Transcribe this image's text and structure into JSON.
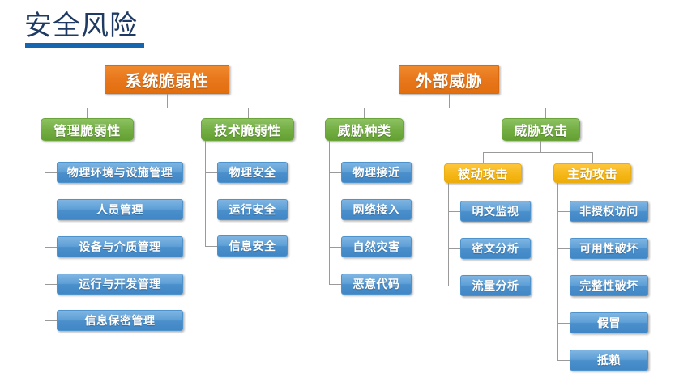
{
  "slide": {
    "title": "安全风险",
    "accent_dark": "#1F3B63",
    "accent_bar": "#1565AF",
    "accent_rule": "#6FA8D6",
    "background": "#ffffff"
  },
  "palette": {
    "orange": "#E8761B",
    "green": "#74AF44",
    "amber": "#F6B81A",
    "blue": "#5D9FD6",
    "connector": "#9A9A9A"
  },
  "chart_data": {
    "type": "diagram",
    "title": "安全风险",
    "layout": "org-chart",
    "roots": [
      {
        "label": "系统脆弱性",
        "color": "orange",
        "children": [
          {
            "label": "管理脆弱性",
            "color": "green",
            "children": [
              {
                "label": "物理环境与设施管理",
                "color": "blue"
              },
              {
                "label": "人员管理",
                "color": "blue"
              },
              {
                "label": "设备与介质管理",
                "color": "blue"
              },
              {
                "label": "运行与开发管理",
                "color": "blue"
              },
              {
                "label": "信息保密管理",
                "color": "blue"
              }
            ]
          },
          {
            "label": "技术脆弱性",
            "color": "green",
            "children": [
              {
                "label": "物理安全",
                "color": "blue"
              },
              {
                "label": "运行安全",
                "color": "blue"
              },
              {
                "label": "信息安全",
                "color": "blue"
              }
            ]
          }
        ]
      },
      {
        "label": "外部威胁",
        "color": "orange",
        "children": [
          {
            "label": "威胁种类",
            "color": "green",
            "children": [
              {
                "label": "物理接近",
                "color": "blue"
              },
              {
                "label": "网络接入",
                "color": "blue"
              },
              {
                "label": "自然灾害",
                "color": "blue"
              },
              {
                "label": "恶意代码",
                "color": "blue"
              }
            ]
          },
          {
            "label": "威胁攻击",
            "color": "green",
            "children": [
              {
                "label": "被动攻击",
                "color": "amber",
                "children": [
                  {
                    "label": "明文监视",
                    "color": "blue"
                  },
                  {
                    "label": "密文分析",
                    "color": "blue"
                  },
                  {
                    "label": "流量分析",
                    "color": "blue"
                  }
                ]
              },
              {
                "label": "主动攻击",
                "color": "amber",
                "children": [
                  {
                    "label": "非授权访问",
                    "color": "blue"
                  },
                  {
                    "label": "可用性破坏",
                    "color": "blue"
                  },
                  {
                    "label": "完整性破坏",
                    "color": "blue"
                  },
                  {
                    "label": "假冒",
                    "color": "blue"
                  },
                  {
                    "label": "抵赖",
                    "color": "blue"
                  }
                ]
              }
            ]
          }
        ]
      }
    ]
  },
  "nodes": {
    "sys_vuln": "系统脆弱性",
    "ext_threat": "外部威胁",
    "mgmt_vuln": "管理脆弱性",
    "tech_vuln": "技术脆弱性",
    "threat_type": "威胁种类",
    "threat_attack": "威胁攻击",
    "passive_attack": "被动攻击",
    "active_attack": "主动攻击",
    "m1": "物理环境与设施管理",
    "m2": "人员管理",
    "m3": "设备与介质管理",
    "m4": "运行与开发管理",
    "m5": "信息保密管理",
    "t1": "物理安全",
    "t2": "运行安全",
    "t3": "信息安全",
    "k1": "物理接近",
    "k2": "网络接入",
    "k3": "自然灾害",
    "k4": "恶意代码",
    "p1": "明文监视",
    "p2": "密文分析",
    "p3": "流量分析",
    "a1": "非授权访问",
    "a2": "可用性破坏",
    "a3": "完整性破坏",
    "a4": "假冒",
    "a5": "抵赖"
  }
}
